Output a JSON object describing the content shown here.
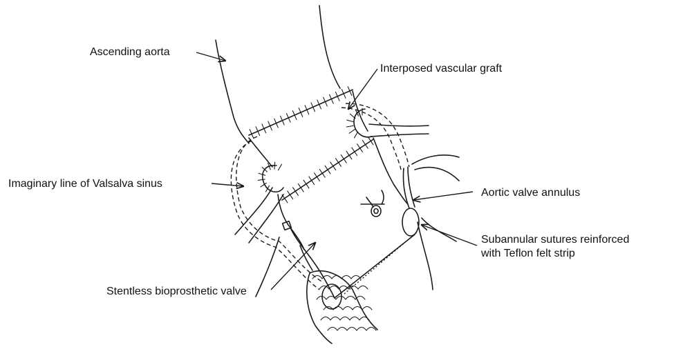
{
  "labels": {
    "ascending_aorta": "Ascending aorta",
    "interposed_graft": "Interposed vascular graft",
    "imaginary_line": "Imaginary line of Valsalva sinus",
    "aortic_annulus": "Aortic valve annulus",
    "subannular_line1": "Subannular sutures reinforced",
    "subannular_line2": "with Teflon felt strip",
    "stentless_valve": "Stentless bioprosthetic valve"
  }
}
